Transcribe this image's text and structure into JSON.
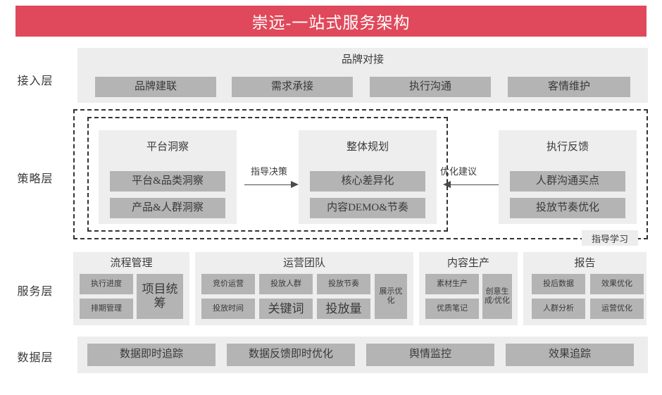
{
  "title": "崇远-一站式服务架构",
  "colors": {
    "title_bg": "#e0495b",
    "band_bg": "#ededee",
    "panel_bg": "#eeeeee",
    "chip_bg": "#b4b4b4",
    "text": "#3a3a3a",
    "dashed_border": "#333333"
  },
  "rows": {
    "access": {
      "label": "接入层",
      "group_title": "品牌对接",
      "items": [
        "品牌建联",
        "需求承接",
        "执行沟通",
        "客情维护"
      ]
    },
    "strategy": {
      "label": "策略层",
      "panels": [
        {
          "title": "平台洞察",
          "items": [
            "平台&品类洞察",
            "产品&人群洞察"
          ]
        },
        {
          "title": "整体规划",
          "items": [
            "核心差异化",
            "内容DEMO&节奏"
          ]
        },
        {
          "title": "执行反馈",
          "items": [
            "人群沟通买点",
            "投放节奏优化"
          ]
        }
      ],
      "arrows": [
        {
          "label": "指导决策",
          "direction": "right"
        },
        {
          "label": "优化建议",
          "direction": "left"
        }
      ],
      "boundary_label": "指导学习"
    },
    "service": {
      "label": "服务层",
      "panels": [
        {
          "title": "流程管理",
          "grid": [
            "执行进度",
            "排期管理"
          ],
          "tall": "项目统筹"
        },
        {
          "title": "运营团队",
          "grid": [
            "竞价运营",
            "投放人群",
            "投放节奏",
            "投放时间",
            "关键词",
            "投放量"
          ],
          "tall": "展示优化"
        },
        {
          "title": "内容生产",
          "grid": [
            "素材生产",
            "优质笔记"
          ],
          "tall": "创意生成/优化"
        },
        {
          "title": "报告",
          "grid": [
            "投后数据",
            "效果优化",
            "人群分析",
            "运营优化"
          ],
          "tall": ""
        }
      ]
    },
    "data": {
      "label": "数据层",
      "items": [
        "数据即时追踪",
        "数据反馈即时优化",
        "舆情监控",
        "效果追踪"
      ]
    }
  }
}
